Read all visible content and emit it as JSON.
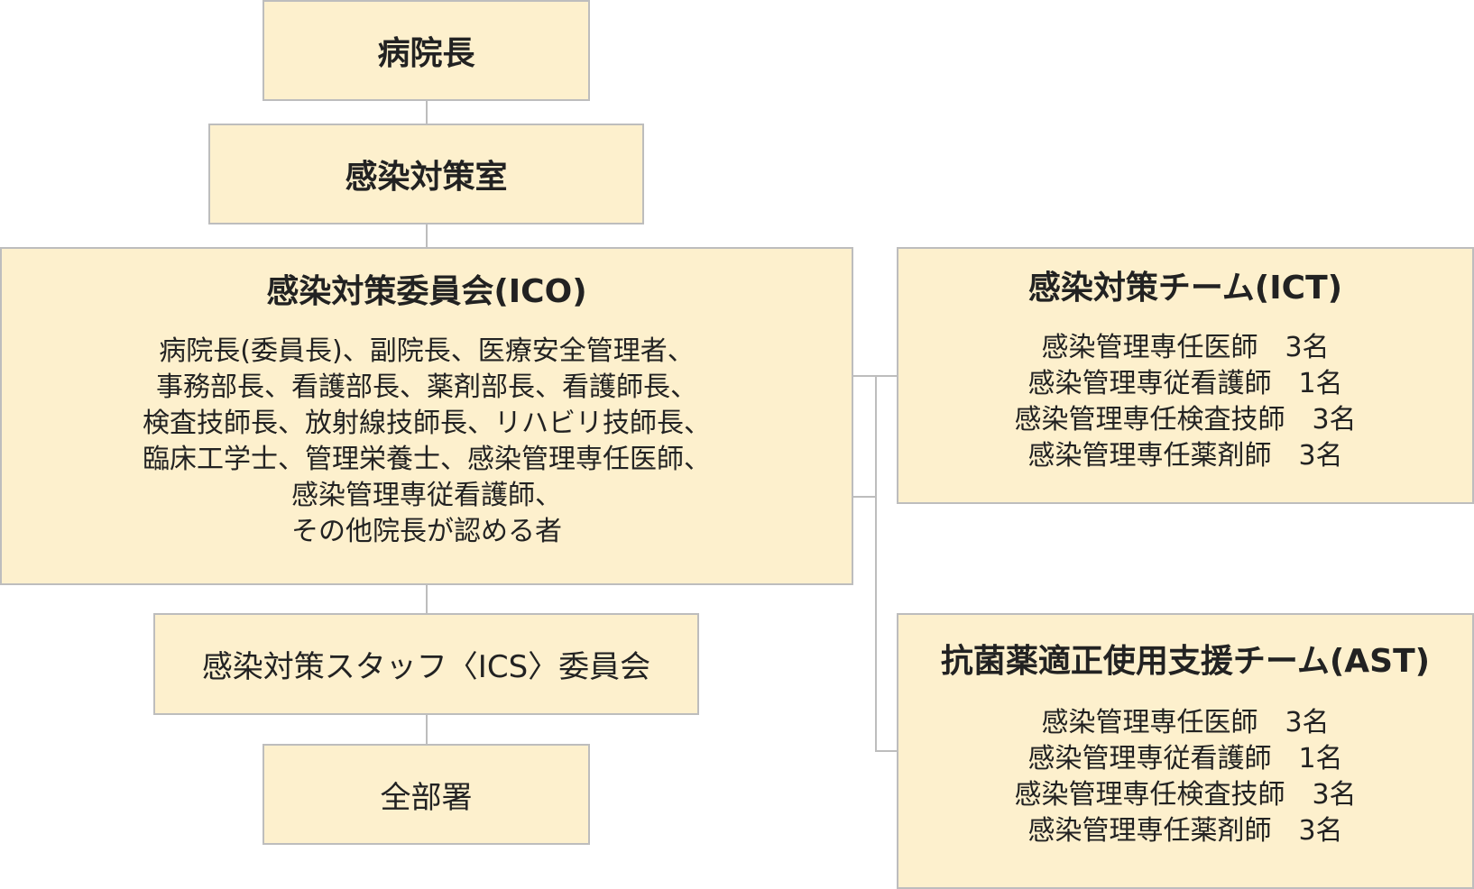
{
  "nodes": {
    "director": "病院長",
    "infection_office": "感染対策室",
    "ico": {
      "title": "感染対策委員会(ICO)",
      "lines": [
        "病院長(委員長)、副院長、医療安全管理者、",
        "事務部長、看護部長、薬剤部長、看護師長、",
        "検査技師長、放射線技師長、リハビリ技師長、",
        "臨床工学士、管理栄養士、感染管理専任医師、",
        "感染管理専従看護師、",
        "その他院長が認める者"
      ]
    },
    "ics": "感染対策スタッフ〈ICS〉委員会",
    "all_departments": "全部署",
    "ict": {
      "title": "感染対策チーム(ICT)",
      "members": [
        "感染管理専任医師　3名",
        "感染管理専従看護師　1名",
        "感染管理専任検査技師　3名",
        "感染管理専任薬剤師　3名"
      ]
    },
    "ast": {
      "title": "抗菌薬適正使用支援チーム(AST)",
      "members": [
        "感染管理専任医師　3名",
        "感染管理専従看護師　1名",
        "感染管理専任検査技師　3名",
        "感染管理専任薬剤師　3名"
      ]
    }
  },
  "colors": {
    "box_fill": "#fdf0cd",
    "border": "#bdbdbd",
    "text": "#222222"
  }
}
